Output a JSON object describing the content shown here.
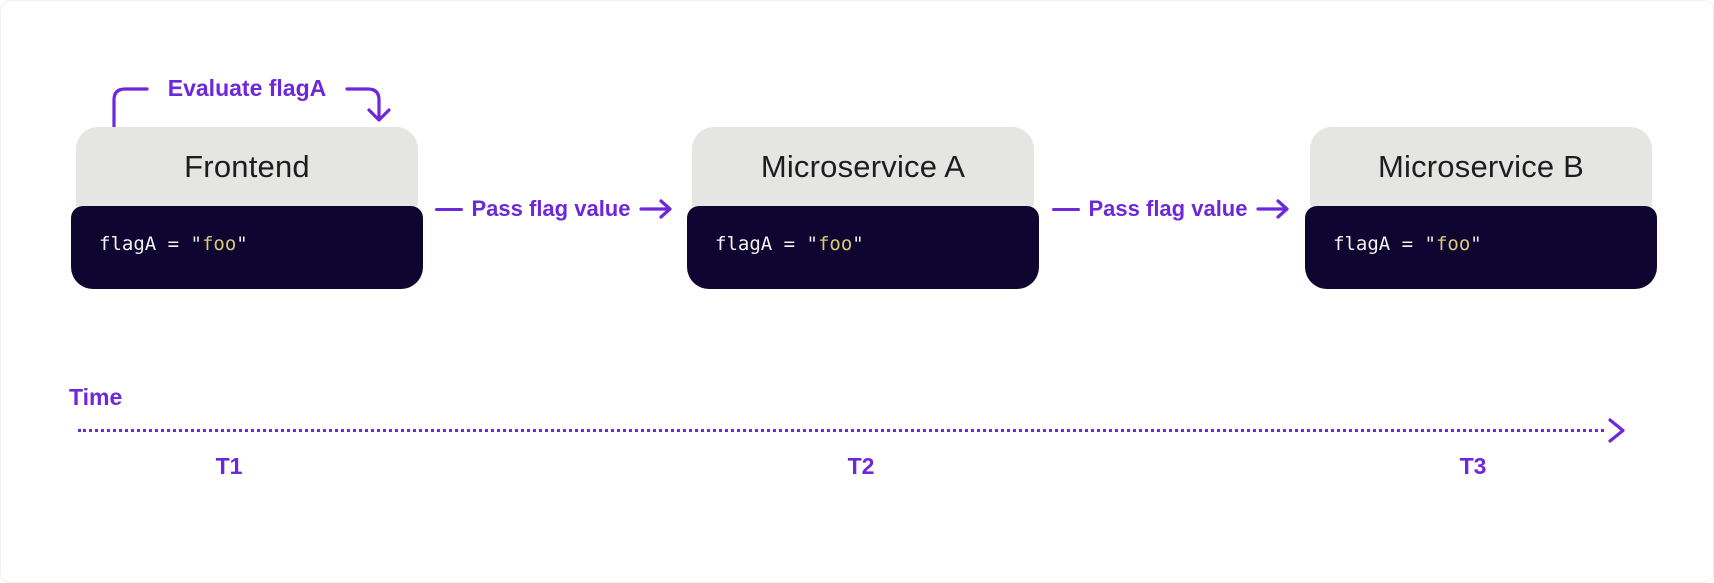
{
  "colors": {
    "accent": "#6d28d9",
    "header_bg": "#e5e5e3",
    "header_text": "#1d1d1f",
    "code_bg": "#0e0631",
    "code_text": "#f5f3ef",
    "code_quote": "#eceae2",
    "code_string": "#ddca72",
    "canvas_bg": "#ffffff"
  },
  "annotation": {
    "evaluate_label": "Evaluate flagA"
  },
  "services": [
    {
      "title": "Frontend",
      "code": {
        "lhs": "flagA = ",
        "open_quote": "\"",
        "value": "foo",
        "close_quote": "\""
      }
    },
    {
      "title": "Microservice A",
      "code": {
        "lhs": "flagA = ",
        "open_quote": "\"",
        "value": "foo",
        "close_quote": "\""
      }
    },
    {
      "title": "Microservice B",
      "code": {
        "lhs": "flagA = ",
        "open_quote": "\"",
        "value": "foo",
        "close_quote": "\""
      }
    }
  ],
  "flows": [
    {
      "label": "Pass flag value"
    },
    {
      "label": "Pass flag value"
    }
  ],
  "timeline": {
    "label": "Time",
    "ticks": [
      "T1",
      "T2",
      "T3"
    ]
  }
}
